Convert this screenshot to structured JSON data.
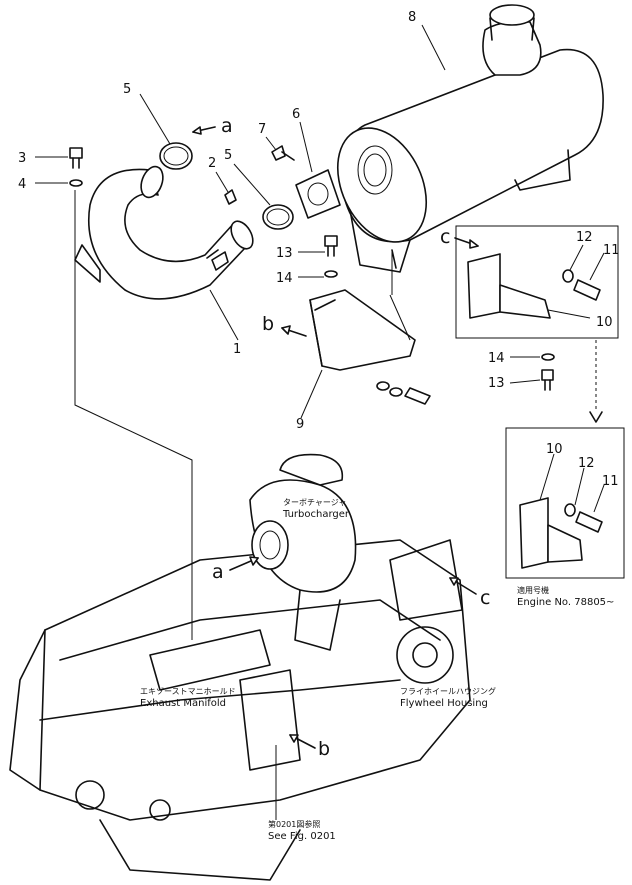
{
  "callouts": {
    "n1": "1",
    "n2": "2",
    "n3": "3",
    "n4": "4",
    "n5a": "5",
    "n5b": "5",
    "n6": "6",
    "n7": "7",
    "n8": "8",
    "n9": "9",
    "n10a": "10",
    "n10b": "10",
    "n11a": "11",
    "n11b": "11",
    "n12a": "12",
    "n12b": "12",
    "n13a": "13",
    "n13b": "13",
    "n14a": "14",
    "n14b": "14"
  },
  "letters": {
    "a_top": "a",
    "b_top": "b",
    "c_top": "c",
    "a_bot": "a",
    "b_bot": "b",
    "c_bot": "c"
  },
  "labels": {
    "turbo_jp": "ターボチャージャ",
    "turbo_en": "Turbocharger",
    "exhaust_jp": "エキゾーストマニホールド",
    "exhaust_en": "Exhaust Manifold",
    "flywheel_jp": "フライホイールハウジング",
    "flywheel_en": "Flywheel Housing",
    "see_jp": "第0201図参照",
    "see_en": "See Fig. 0201",
    "engine_jp": "適用号機",
    "engine_en": "Engine No. 78805~"
  }
}
